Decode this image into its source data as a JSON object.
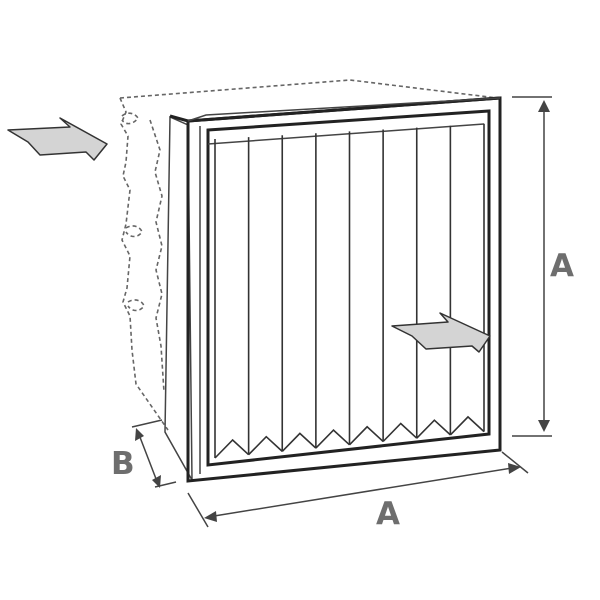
{
  "labels": {
    "height_dimension": "A",
    "width_dimension": "A",
    "depth_dimension": "B"
  },
  "icons": {
    "inlet_arrow": "airflow-inlet-arrow-icon",
    "outlet_arrow": "airflow-outlet-arrow-icon"
  },
  "colors": {
    "line": "#222222",
    "arrow_fill": "#d4d4d4",
    "label": "#6e6e6e"
  }
}
